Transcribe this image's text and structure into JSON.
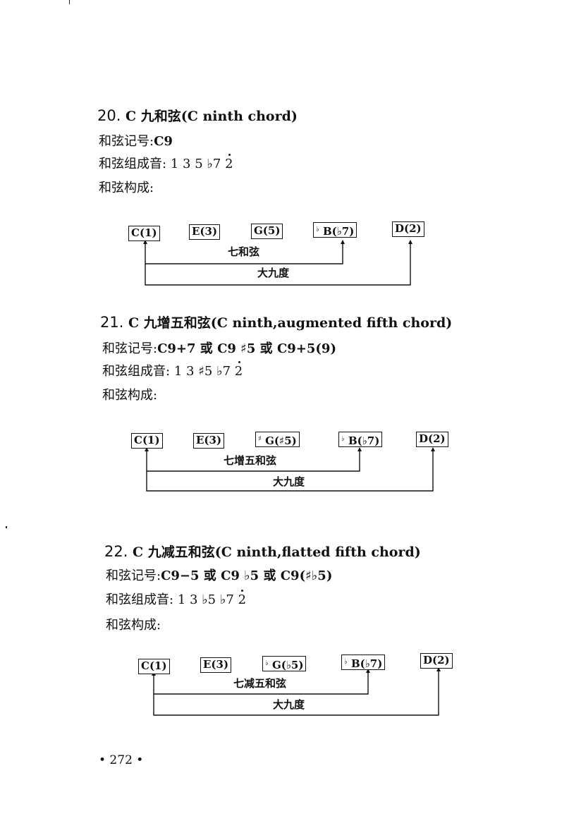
{
  "sections": [
    {
      "number": "20.",
      "title": "C 九和弦(C ninth chord)",
      "symbol_label": "和弦记号:",
      "symbol_value": "C9",
      "tones_label": "和弦组成音:",
      "tones": [
        "1",
        "3",
        "5",
        "♭7",
        "2"
      ],
      "structure_label": "和弦构成:",
      "boxes": [
        {
          "pre": "",
          "text": "C(1)"
        },
        {
          "pre": "",
          "text": "E(3)"
        },
        {
          "pre": "",
          "text": "G(5)"
        },
        {
          "pre": "♭",
          "text": "B(♭7)"
        },
        {
          "pre": "",
          "text": "D(2)"
        }
      ],
      "bracket_inner_label": "七和弦",
      "bracket_outer_label": "大九度"
    },
    {
      "number": "21.",
      "title": "C 九增五和弦(C ninth,augmented fifth chord)",
      "symbol_label": "和弦记号:",
      "symbol_value": "C9+7 或 C9 ♯5 或 C9+5(9)",
      "tones_label": "和弦组成音:",
      "tones": [
        "1",
        "3",
        "♯5",
        "♭7",
        "2"
      ],
      "structure_label": "和弦构成:",
      "boxes": [
        {
          "pre": "",
          "text": "C(1)"
        },
        {
          "pre": "",
          "text": "E(3)"
        },
        {
          "pre": "♯",
          "text": "G(♯5)"
        },
        {
          "pre": "♭",
          "text": "B(♭7)"
        },
        {
          "pre": "",
          "text": "D(2)"
        }
      ],
      "bracket_inner_label": "七增五和弦",
      "bracket_outer_label": "大九度"
    },
    {
      "number": "22.",
      "title": "C 九减五和弦(C ninth,flatted fifth chord)",
      "symbol_label": "和弦记号:",
      "symbol_value": "C9−5 或 C9 ♭5 或 C9(♯♭5)",
      "tones_label": "和弦组成音:",
      "tones": [
        "1",
        "3",
        "♭5",
        "♭7",
        "2"
      ],
      "structure_label": "和弦构成:",
      "boxes": [
        {
          "pre": "",
          "text": "C(1)"
        },
        {
          "pre": "",
          "text": "E(3)"
        },
        {
          "pre": "♭",
          "text": "G(♭5)"
        },
        {
          "pre": "♭",
          "text": "B(♭7)"
        },
        {
          "pre": "",
          "text": "D(2)"
        }
      ],
      "bracket_inner_label": "七减五和弦",
      "bracket_outer_label": "大九度"
    }
  ],
  "page_number": "• 272 •"
}
